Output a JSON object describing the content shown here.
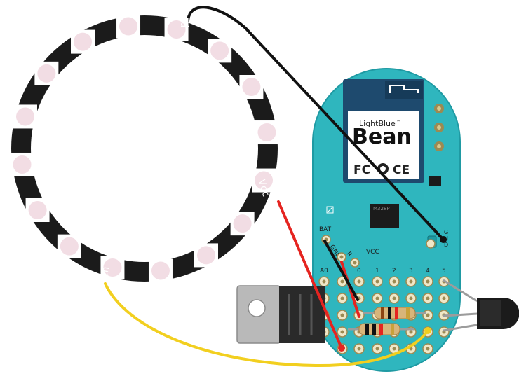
{
  "ring": {
    "pin_labels": {
      "gnd": "Gnd",
      "vcc": "Vcc",
      "in": "in"
    },
    "led_count": 16
  },
  "bean": {
    "brand_small": "LightBlue",
    "tm": "™",
    "brand_large": "Bean",
    "fcc_mark": "FC",
    "ce_mark": "CE",
    "chip_label": "M328P",
    "pad_g": "G",
    "pad_n": "N",
    "pad_d": "D",
    "row_labels": {
      "bat": "BAT",
      "gnd": "GND",
      "r": "R",
      "vcc": "VCC"
    },
    "pin_labels": [
      "A0",
      "1",
      "0",
      "1",
      "2",
      "3",
      "4",
      "5"
    ]
  },
  "colors": {
    "board": "#2fb6be",
    "board_edge": "#1f9aa3",
    "ring": "#1b1b1b",
    "led": "#f2dde4",
    "wire_black": "#111111",
    "wire_red": "#e52420",
    "wire_yellow": "#f2cf1f",
    "wire_gray": "#9c9c9c",
    "pad": "#efe7c8"
  }
}
